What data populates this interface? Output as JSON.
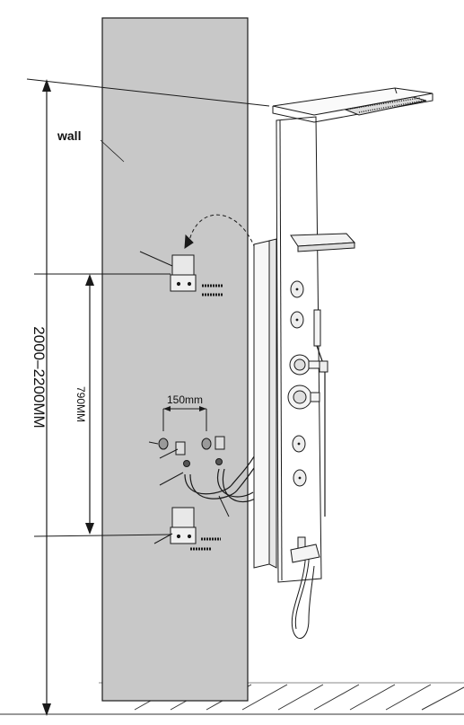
{
  "labels": {
    "wall": "wall",
    "total_height": "2000–2200MM",
    "bracket_spacing": "790MM",
    "outlet_spacing": "150mm"
  },
  "colors": {
    "wall_fill": "#c8c8c8",
    "line": "#1a1a1a",
    "wall_label": "#f2f2f2"
  }
}
